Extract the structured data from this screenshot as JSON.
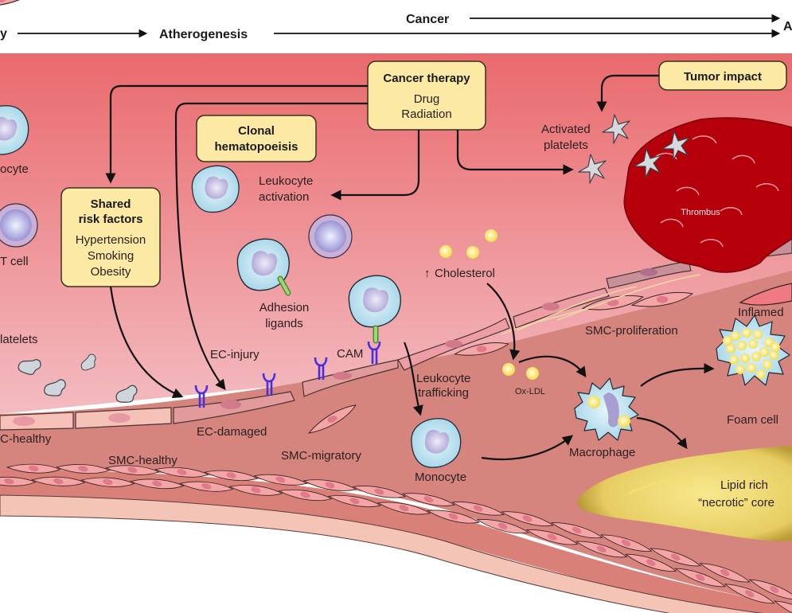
{
  "timeline": {
    "left_fragment": "y",
    "atherogenesis": "Atherogenesis",
    "cancer": "Cancer",
    "right_fragment": "A"
  },
  "boxes": {
    "cancer_therapy": {
      "title": "Cancer therapy",
      "lines": [
        "Drug",
        "Radiation"
      ]
    },
    "tumor_impact": {
      "title": "Tumor impact"
    },
    "clonal": {
      "title_lines": [
        "Clonal",
        "hematopoeisis"
      ]
    },
    "shared_risk": {
      "title_lines": [
        "Shared",
        "risk factors"
      ],
      "lines": [
        "Hypertension",
        "Smoking",
        "Obesity"
      ]
    }
  },
  "labels": {
    "monocyte_top_left": "ocyte",
    "t_cell": "T cell",
    "platelets_left": "latelets",
    "leukocyte_activation": [
      "Leukocyte",
      "activation"
    ],
    "adhesion_ligands": [
      "Adhesion",
      "ligands"
    ],
    "ec_injury": "EC-injury",
    "cam": "CAM",
    "ec_healthy": "C-healthy",
    "ec_damaged": "EC-damaged",
    "smc_healthy": "SMC-healthy",
    "smc_migratory": "SMC-migratory",
    "cholesterol": "Cholesterol",
    "cholesterol_arrow": "↑",
    "leukocyte_trafficking": [
      "Leukocyte",
      "trafficking"
    ],
    "ox_ldl": "Ox-LDL",
    "monocyte": "Monocyte",
    "macrophage": "Macrophage",
    "foam_cell": "Foam cell",
    "smc_proliferation": "SMC-proliferation",
    "inflamed": "Inflamed",
    "activated_platelets": [
      "Activated",
      "platelets"
    ],
    "thrombus": "Thrombus",
    "lipid_core": [
      "Lipid rich",
      "“necrotic” core"
    ]
  },
  "colors": {
    "lumen_top": "#e96c6f",
    "lumen_bottom": "#f2b6bb",
    "intima": "#d98880",
    "adventitia": "#f4c4b6",
    "box_fill": "#fbe9a4",
    "thrombus": "#b5000c",
    "leukocyte": "#a9d8ea",
    "nucleus": "#b3aad6",
    "cam": "#4a2ee0",
    "lipid": "#f5e17a"
  }
}
